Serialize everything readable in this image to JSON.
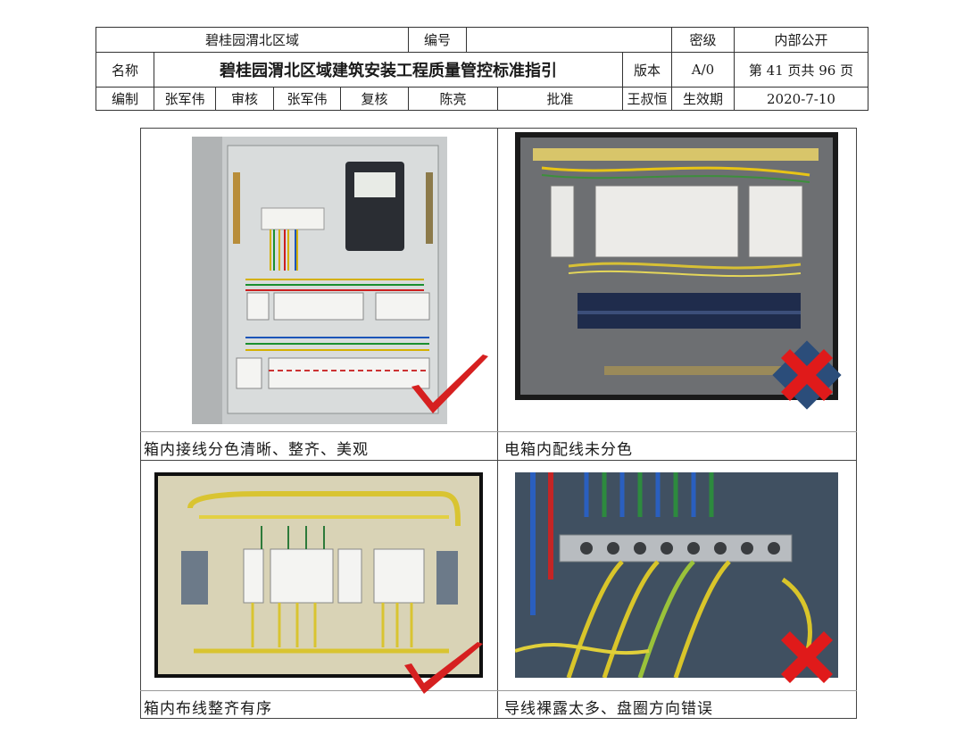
{
  "header": {
    "project_area": "碧桂园渭北区域",
    "number_label": "编号",
    "number_value": "",
    "secret_label": "密级",
    "secret_value": "内部公开",
    "name_label": "名称",
    "doc_title": "碧桂园渭北区域建筑安装工程质量管控标准指引",
    "version_label": "版本",
    "version_value": "A/0",
    "page_info": "第 41 页共 96 页",
    "compile_label": "编制",
    "compiler": "张军伟",
    "review_label": "审核",
    "reviewer": "张军伟",
    "recheck_label": "复核",
    "rechecker": "陈亮",
    "approve_label": "批准",
    "approver": "王叔恒",
    "effective_label": "生效期",
    "effective_date": "2020-7-10"
  },
  "examples": [
    {
      "caption": "箱内接线分色清晰、整齐、美观",
      "verdict": "correct"
    },
    {
      "caption": "电箱内配线未分色",
      "verdict": "wrong"
    },
    {
      "caption": "箱内布线整齐有序",
      "verdict": "correct"
    },
    {
      "caption": "导线裸露太多、盘圈方向错误",
      "verdict": "wrong"
    }
  ],
  "colors": {
    "check": "#d62020",
    "cross": "#e01a1a",
    "cross_bg": "#2b4d7a"
  }
}
